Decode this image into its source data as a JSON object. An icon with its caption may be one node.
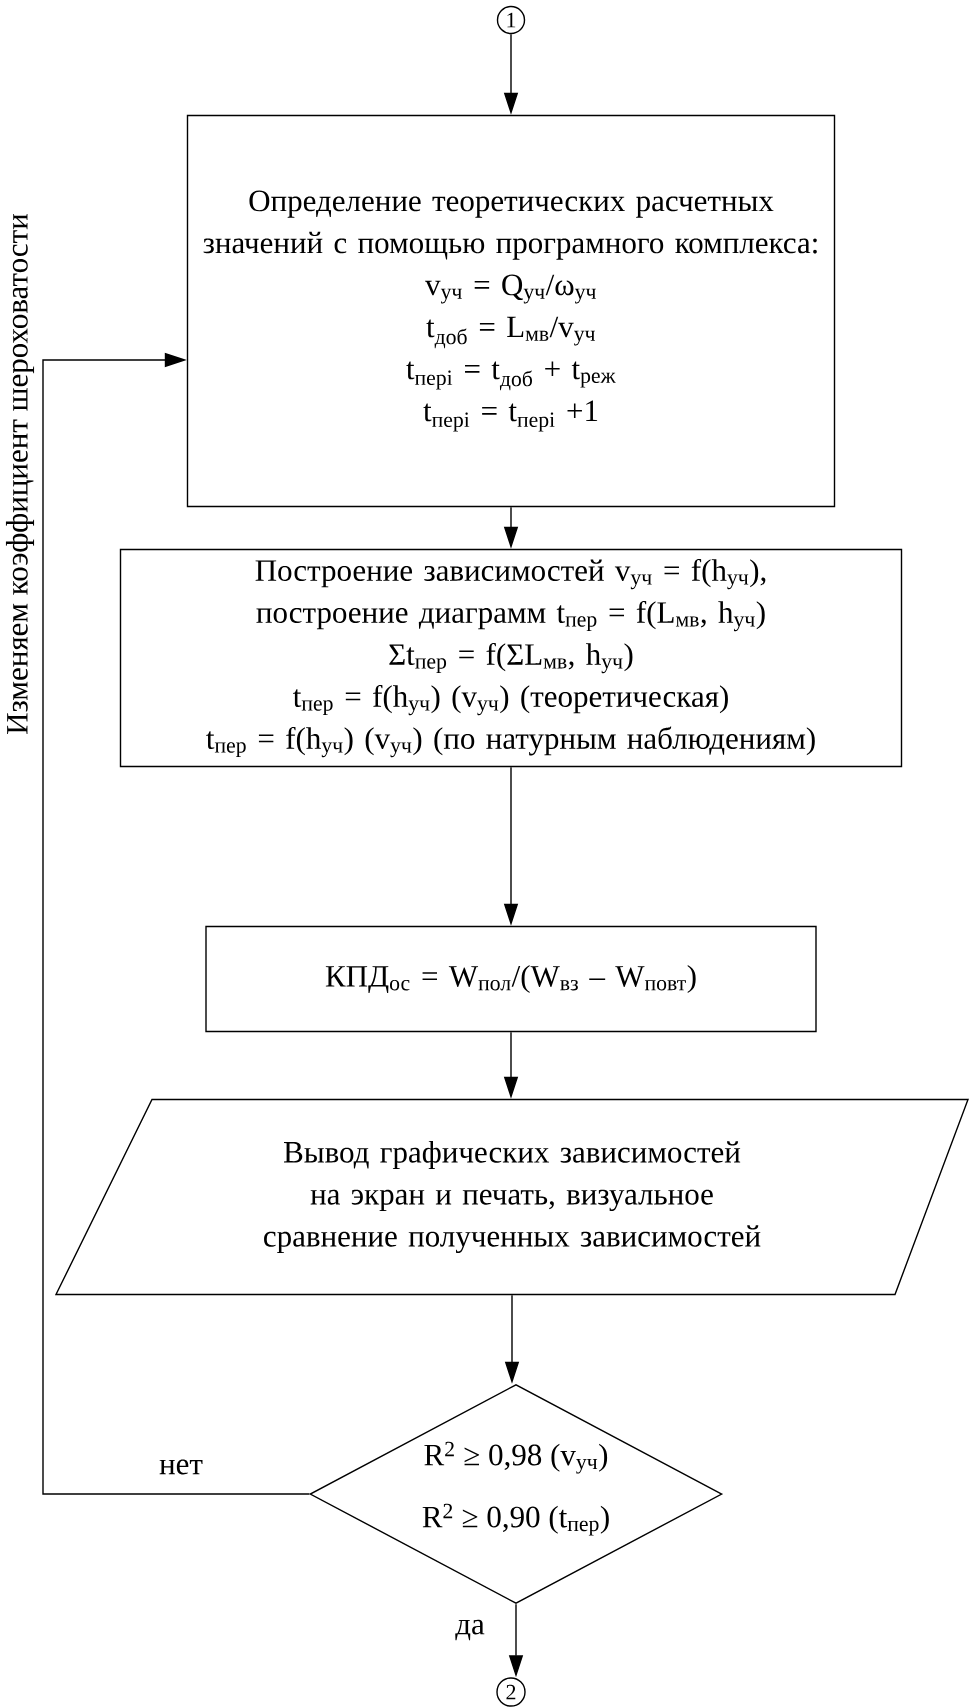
{
  "diagram": {
    "nodes": [
      {
        "text": [
          "1"
        ]
      },
      {
        "text": [
          "Определение теоретических расчетных значений с помощью програмного комплекса:",
          "v$_{уч}$ = Q$_{уч}$/ω$_{уч}$",
          "t$_{доб}$ = L$_{мв}$/v$_{уч}$",
          "t$_{перi}$ = t$_{доб}$ + t$_{реж}$",
          "t$_{перi}$ = t$_{перi}$ +1"
        ]
      },
      {
        "text": [
          "Построение зависимостей v$_{уч}$ = f(h$_{уч}$), построение диаграмм t$_{пер}$ = f(L$_{мв}$, h$_{уч}$)",
          "Σt$_{пер}$ = f(ΣL$_{мв}$, h$_{уч}$)",
          "t$_{пер}$ = f(h$_{уч}$) (v$_{уч}$) (теоретическая)",
          "t$_{пер}$ = f(h$_{уч}$) (v$_{уч}$) (по натурным наблюдениям)"
        ]
      },
      {
        "text": [
          "КПД$_{ос}$ = W$_{пол}$/(W$_{вз}$ – W$_{повт}$)"
        ]
      },
      {
        "text": [
          "Вывод графических зависимостей на экран и печать, визуальное сравнение полученных зависимостей"
        ]
      },
      {
        "text": [
          "R$^{2}$ ≥ 0,98 (v$_{уч}$)",
          "R$^{2}$ ≥ 0,90 (t$_{пер}$)"
        ]
      },
      {
        "text": [
          "2"
        ]
      }
    ],
    "edges": [
      {
        "from": 0,
        "to": 1,
        "arrow": "to"
      },
      {
        "from": 1,
        "to": 2,
        "arrow": "to"
      },
      {
        "from": 2,
        "to": 3,
        "arrow": "to"
      },
      {
        "from": 3,
        "to": 4,
        "arrow": "to"
      },
      {
        "from": 4,
        "to": 5,
        "arrow": "to"
      },
      {
        "from": 5,
        "to": 6,
        "arrow": "to",
        "label": "да"
      },
      {
        "from": 5,
        "to": 1,
        "arrow": "to",
        "label": "нет"
      }
    ],
    "labels": [
      "Изменяем коэффициент шероховатости"
    ]
  }
}
